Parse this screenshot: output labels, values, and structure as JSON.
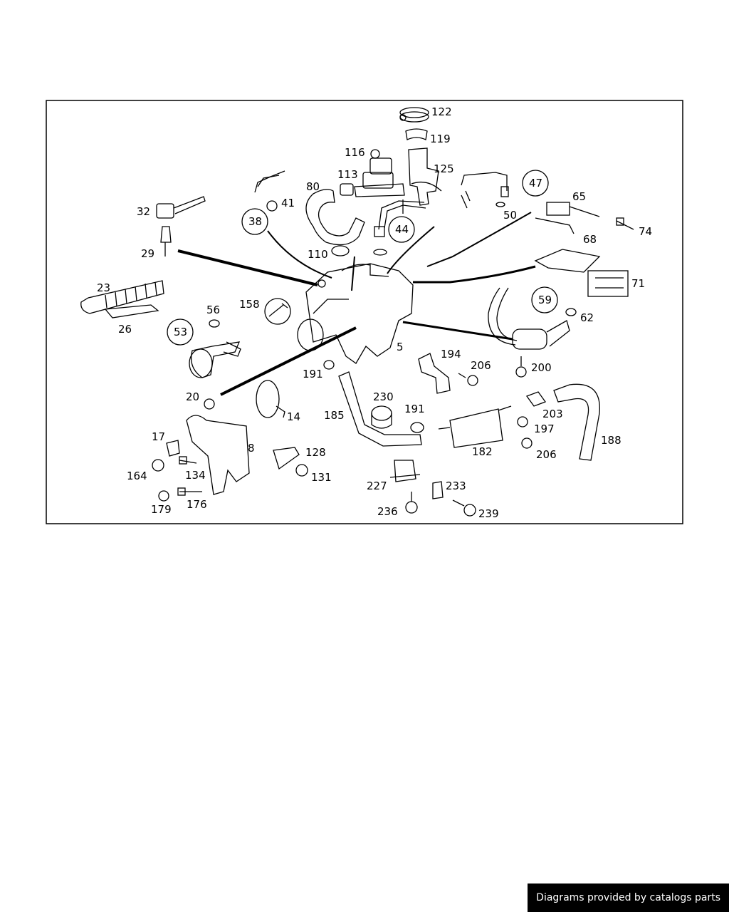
{
  "labels": {
    "l122": "122",
    "l119": "119",
    "l116": "116",
    "l113": "113",
    "l125": "125",
    "l80": "80",
    "l47": "47",
    "l65": "65",
    "l41": "41",
    "l38": "38",
    "l32": "32",
    "l29": "29",
    "l44": "44",
    "l50": "50",
    "l74": "74",
    "l68": "68",
    "l110": "110",
    "l71": "71",
    "l23": "23",
    "l26": "26",
    "l158": "158",
    "l56": "56",
    "l53": "53",
    "l59": "59",
    "l62": "62",
    "l5": "5",
    "l194": "194",
    "l191a": "191",
    "l206a": "206",
    "l200": "200",
    "l230": "230",
    "l191b": "191",
    "l203": "203",
    "l20": "20",
    "l14": "14",
    "l185": "185",
    "l197": "197",
    "l188": "188",
    "l17": "17",
    "l8": "8",
    "l128": "128",
    "l182": "182",
    "l206b": "206",
    "l164": "164",
    "l134": "134",
    "l131": "131",
    "l227": "227",
    "l233": "233",
    "l179": "179",
    "l176": "176",
    "l236": "236",
    "l239": "239"
  },
  "footer": {
    "text": "Diagrams provided by catalogs parts"
  }
}
